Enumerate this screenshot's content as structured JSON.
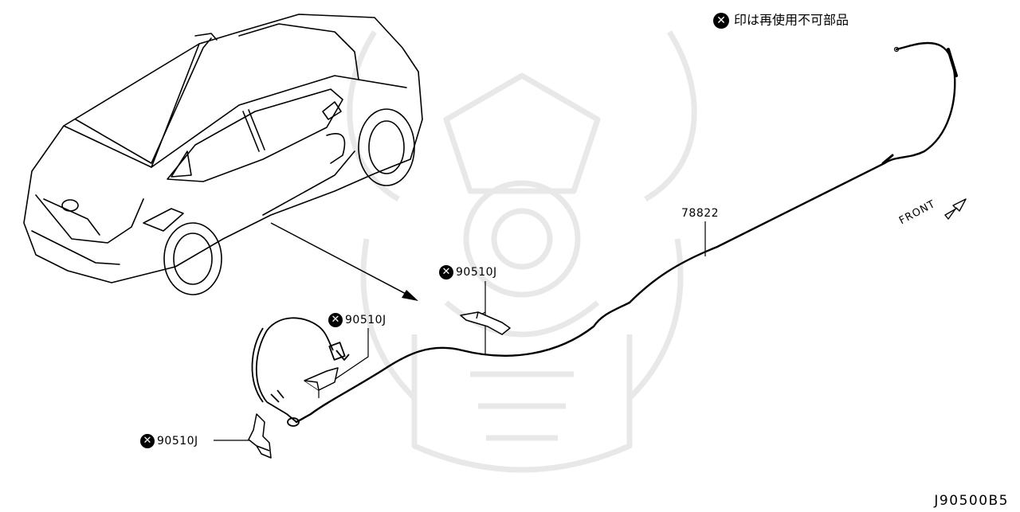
{
  "note": {
    "marker_icon": "x-circle-icon",
    "text": "印は再使用不可部品"
  },
  "parts": {
    "cable": "78822",
    "clip_a": "90510J",
    "clip_b": "90510J",
    "clip_c": "90510J"
  },
  "direction_label": "FRONT",
  "diagram_code": "J90500B5",
  "colors": {
    "line": "#000000",
    "watermark": "#e6e6e6",
    "background": "#ffffff"
  }
}
